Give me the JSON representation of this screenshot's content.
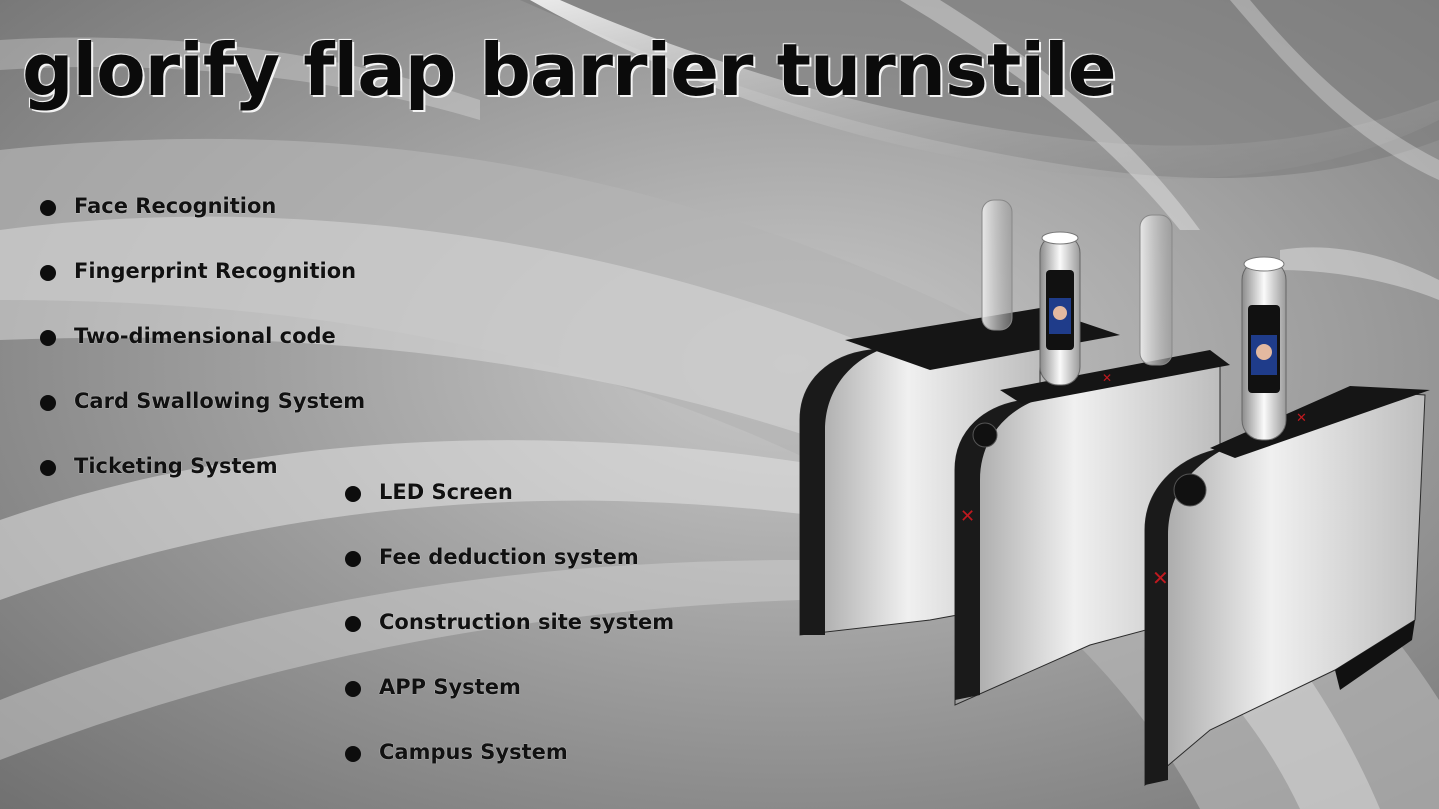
{
  "slide": {
    "title": "glorify flap barrier turnstile",
    "features_left": [
      {
        "label": "Face Recognition"
      },
      {
        "label": "Fingerprint Recognition"
      },
      {
        "label": "Two-dimensional code"
      },
      {
        "label": "Card Swallowing System"
      },
      {
        "label": "Ticketing System"
      }
    ],
    "features_right": [
      {
        "label": "LED Screen"
      },
      {
        "label": "Fee deduction system"
      },
      {
        "label": "Construction site system"
      },
      {
        "label": "APP System"
      },
      {
        "label": "Campus System"
      }
    ]
  },
  "colors": {
    "background": "#9c9c9c",
    "text": "#111111",
    "turnstile_body": "#d9d9d9",
    "turnstile_trim": "#1a1a1a",
    "screen": "#1f3c8a",
    "indicator": "#c0191f"
  },
  "icons": [
    "bullet-dot",
    "face-scanner-terminal",
    "nfc-card-reader",
    "red-x-indicator"
  ]
}
